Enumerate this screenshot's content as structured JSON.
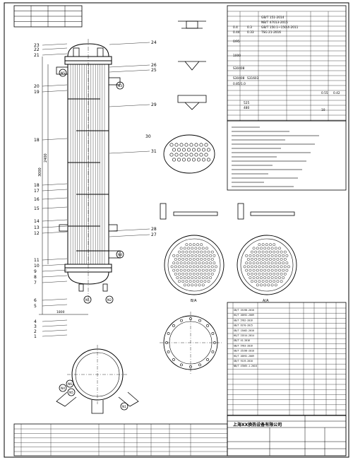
{
  "drawing": {
    "header_specs": [
      "GB/T 151-2014",
      "NB/T 47013-2015",
      "GB/T 150.1~150.4-2011",
      "TSG 21-2016"
    ],
    "materials": [
      "S30408",
      "S31603"
    ],
    "design_values": [
      "0.4",
      "0.3",
      "0.44",
      "0.33",
      "0/95",
      "1000",
      "0.85/1.0",
      "0.55",
      "0.42",
      "525",
      "480",
      "10",
      "S30408"
    ],
    "nozzle_marks": [
      "N1",
      "N2",
      "N3",
      "N4",
      "N5",
      "N6"
    ],
    "part_numbers": [
      "1",
      "2",
      "3",
      "4",
      "5",
      "6",
      "7",
      "8",
      "9",
      "10",
      "11",
      "12",
      "13",
      "14",
      "15",
      "16",
      "17",
      "18",
      "19",
      "20",
      "21",
      "22",
      "23",
      "24",
      "25",
      "26",
      "27",
      "28",
      "29",
      "30",
      "31"
    ],
    "section_labels": [
      "B/A",
      "A/A"
    ],
    "bom_codes": [
      "GB/T 25198-2010",
      "HG/T 20592-2009",
      "GB/T 5782-2016",
      "GB/T 6170-2015",
      "GB/T 13402-2010",
      "HG/T 21514-2014",
      "GB/T 41-2016",
      "GB/T 5783-2016",
      "GB/T 25198-2010",
      "HG/T 20592-2009",
      "GB/T 9119-2010",
      "NB/T 47065.1-2018"
    ],
    "company": "上海XX换热设备有限公司",
    "dimensions": [
      "3000",
      "2400",
      "1800"
    ]
  }
}
